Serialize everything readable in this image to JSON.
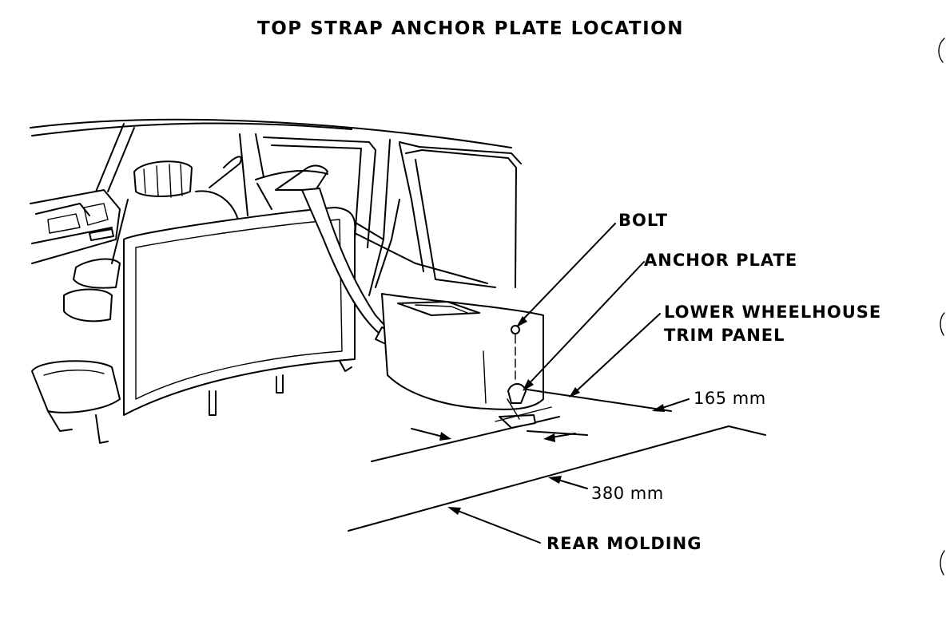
{
  "diagram": {
    "title": "TOP STRAP ANCHOR PLATE LOCATION",
    "labels": {
      "bolt": "BOLT",
      "anchor_plate": "ANCHOR PLATE",
      "trim_panel_line1": "LOWER WHEELHOUSE",
      "trim_panel_line2": "TRIM PANEL",
      "dim_165": "165 mm",
      "dim_380": "380 mm",
      "rear_molding": "REAR MOLDING"
    }
  }
}
